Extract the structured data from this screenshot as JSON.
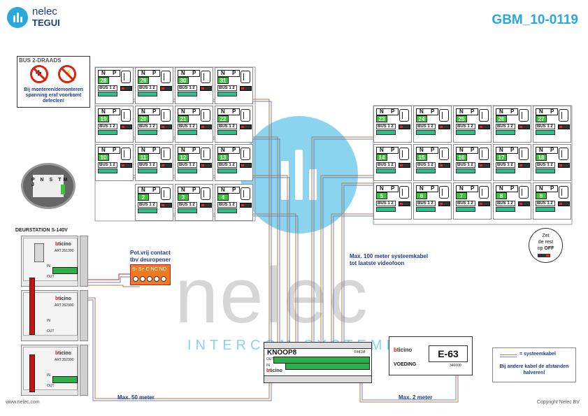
{
  "brand": {
    "name_line1": "nelec",
    "name_line2": "TEGUI",
    "color": "#2aa7df"
  },
  "doc_id": "GBM_10-0119",
  "footer": {
    "website": "www.nelec.com",
    "copyright": "Copyright Nelec BV"
  },
  "warning": {
    "title": "BUS 2-DRAADS",
    "text": "Bij monteren/demonteren spanning eraf voorkomt defecten!",
    "icons": [
      "no-power-plug-icon",
      "no-high-voltage-icon"
    ]
  },
  "watermark": {
    "text": "nelec",
    "subtext": "INTERCOM SYSTEMEN"
  },
  "monitor_cell": {
    "n": "N",
    "p": "P",
    "bus": "BUS",
    "bus_t1": "1",
    "bus_t2": "2"
  },
  "monitors_left": [
    "28",
    "29",
    "30",
    "31",
    "19",
    "20",
    "21",
    "22",
    "10",
    "11",
    "12",
    "13",
    "2",
    "3",
    "4"
  ],
  "monitors_right": [
    "23",
    "24",
    "25",
    "26",
    "27",
    "14",
    "15",
    "16",
    "17",
    "18",
    "5",
    "6",
    "7",
    "8",
    "9"
  ],
  "door_station": {
    "title": "DEURSTATION S-140V",
    "brand_mark": "bticino",
    "in_label": "IN",
    "out_label": "OUT",
    "zoom_labels": "P N S TM J",
    "module_codes": [
      "ART.351300",
      "ART.352300",
      "ART.352300"
    ]
  },
  "relay": {
    "note": "Pot.vrij contact tbv deuropener",
    "terminals": "S- S+ C NC NO"
  },
  "distance_notes": {
    "system_cable": "Max. 100 meter systeemkabel tot laatste videofoon",
    "door_station": "Max. 50 meter",
    "power": "Max. 2 meter"
  },
  "off_note": {
    "line1": "Zet",
    "line2": "de rest",
    "line3_prefix": "op",
    "line3_bold": "OFF"
  },
  "knoop": {
    "name": "KNOOP8",
    "part": "F441M",
    "brand_mark": "bticino",
    "out_label": "OUT",
    "in_label": "IN"
  },
  "voeding": {
    "brand_mark": "bticino",
    "model": "E-63",
    "label": "VOEDING",
    "part": "346000"
  },
  "legend": {
    "system_cable": "= systeemkabel",
    "note": "Bij andere kabel de afstanden halveren!"
  },
  "wire_colors": {
    "brown": "#b07d3f",
    "blue": "#6e7fbf",
    "red": "#d22222"
  }
}
